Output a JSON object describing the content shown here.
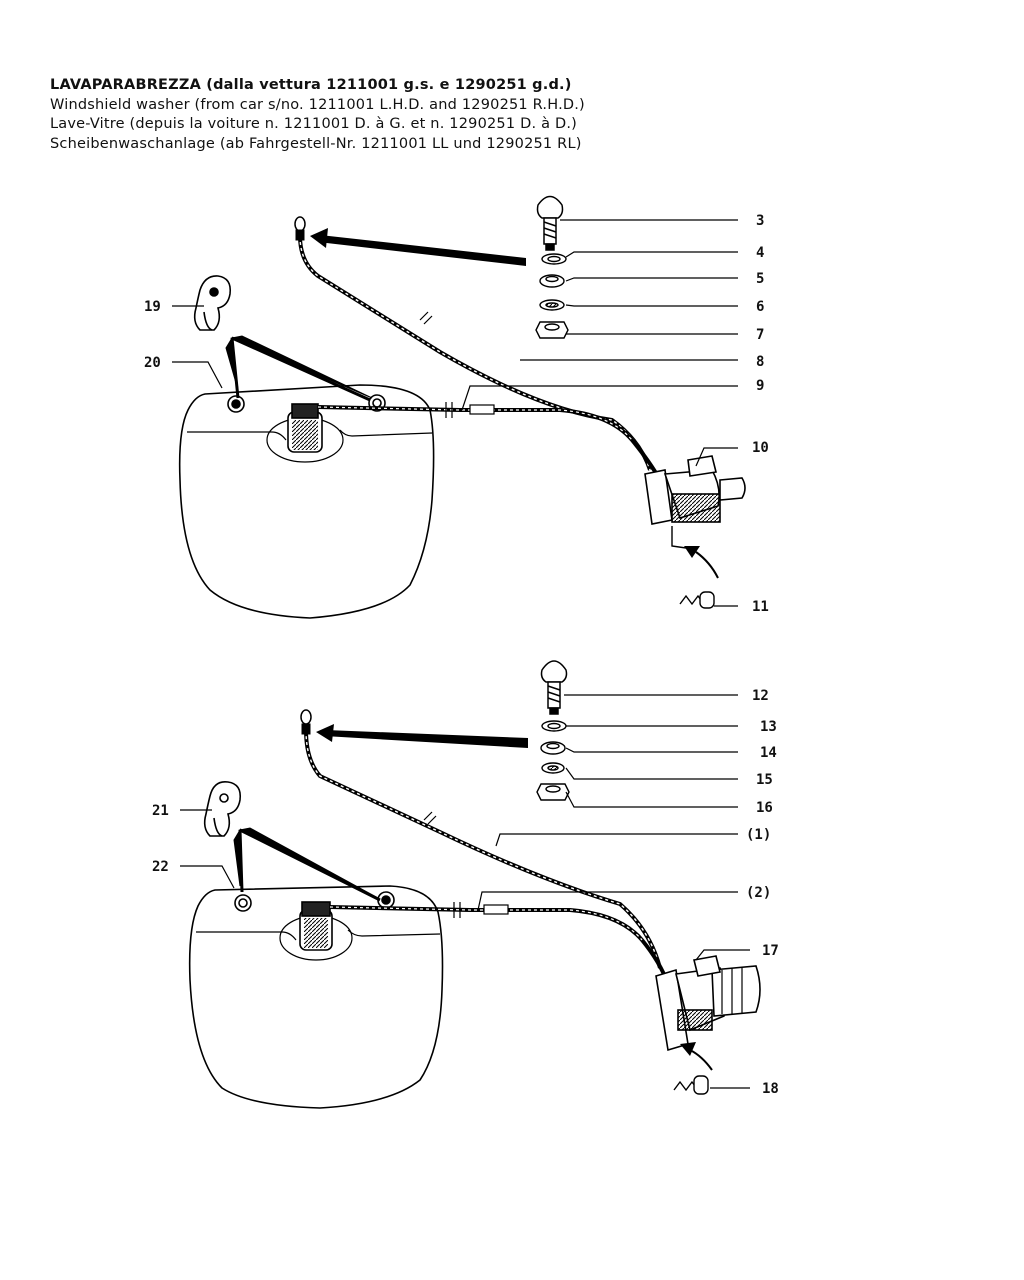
{
  "header": {
    "title_it_bold": "LAVAPARABREZZA",
    "title_it_rest": "(dalla vettura 1211001 g.s. e 1290251 g.d.)",
    "title_en": "Windshield washer (from car s/no. 1211001 L.H.D. and 1290251 R.H.D.)",
    "title_fr": "Lave-Vitre (depuis la voiture n. 1211001 D. à G. et n. 1290251 D. à D.)",
    "title_de": "Scheibenwaschanlage (ab Fahrgestell-Nr. 1211001 LL und 1290251 RL)"
  },
  "callouts_top": [
    "3",
    "4",
    "5",
    "6",
    "7",
    "8",
    "9",
    "10",
    "11",
    "19",
    "20"
  ],
  "callouts_bottom": [
    "12",
    "13",
    "14",
    "15",
    "16",
    "(1)",
    "(2)",
    "17",
    "18",
    "21",
    "22"
  ]
}
